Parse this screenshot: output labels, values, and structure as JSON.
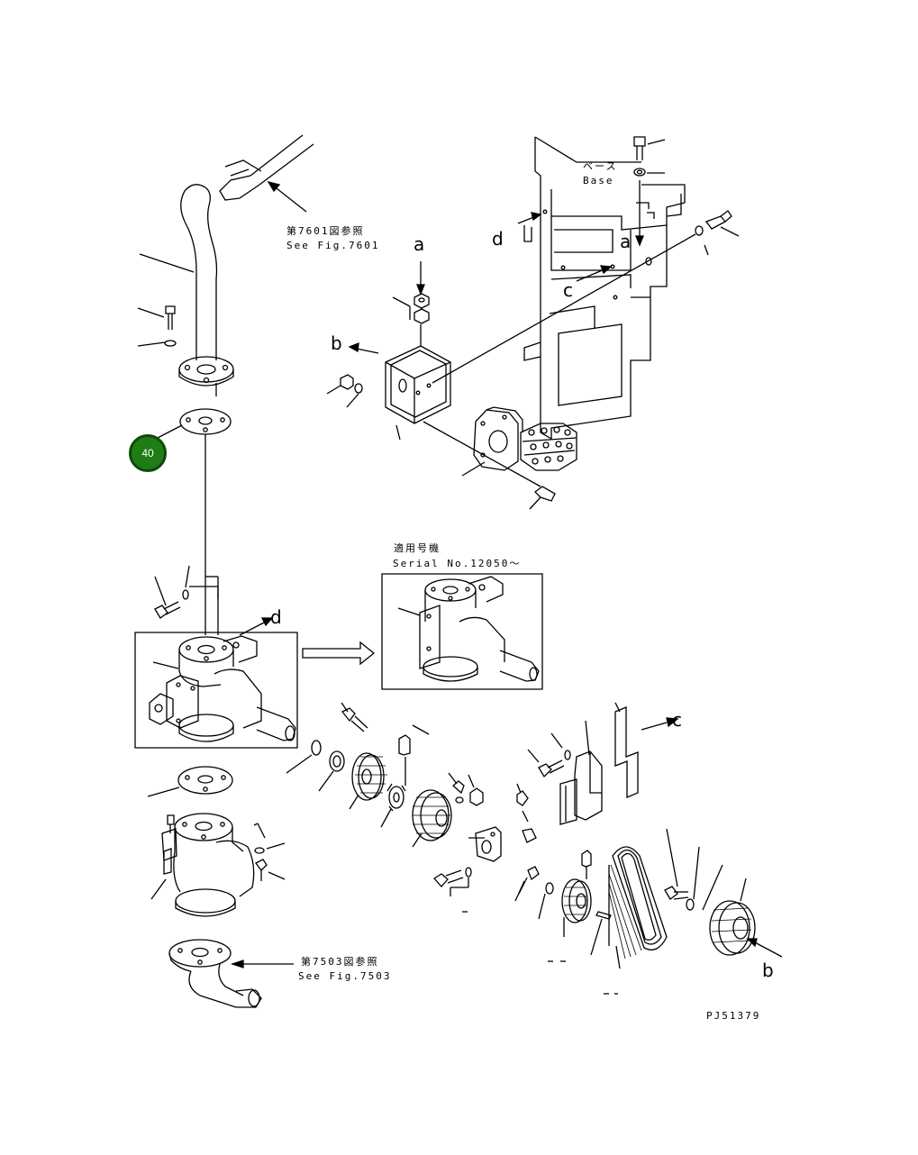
{
  "diagram": {
    "drawing_code": "PJ51379",
    "callout_number": "40",
    "refs": {
      "fig7601_jp": "第7601図参照",
      "fig7601_en": "See Fig.7601",
      "fig7503_jp": "第7503図参照",
      "fig7503_en": "See Fig.7503",
      "base_jp": "ベース",
      "base_en": "Base",
      "serial_jp": "適用号機",
      "serial_en": "Serial No.12050〜"
    },
    "letters": {
      "a_top": "a",
      "a_base": "a",
      "b_arrow": "b",
      "b_pulley": "b",
      "c_base": "c",
      "c_bracket": "c",
      "d_base": "d",
      "d_gearbox": "d"
    },
    "colors": {
      "line": "#000000",
      "callout_fill": "#1e7d14"
    }
  }
}
